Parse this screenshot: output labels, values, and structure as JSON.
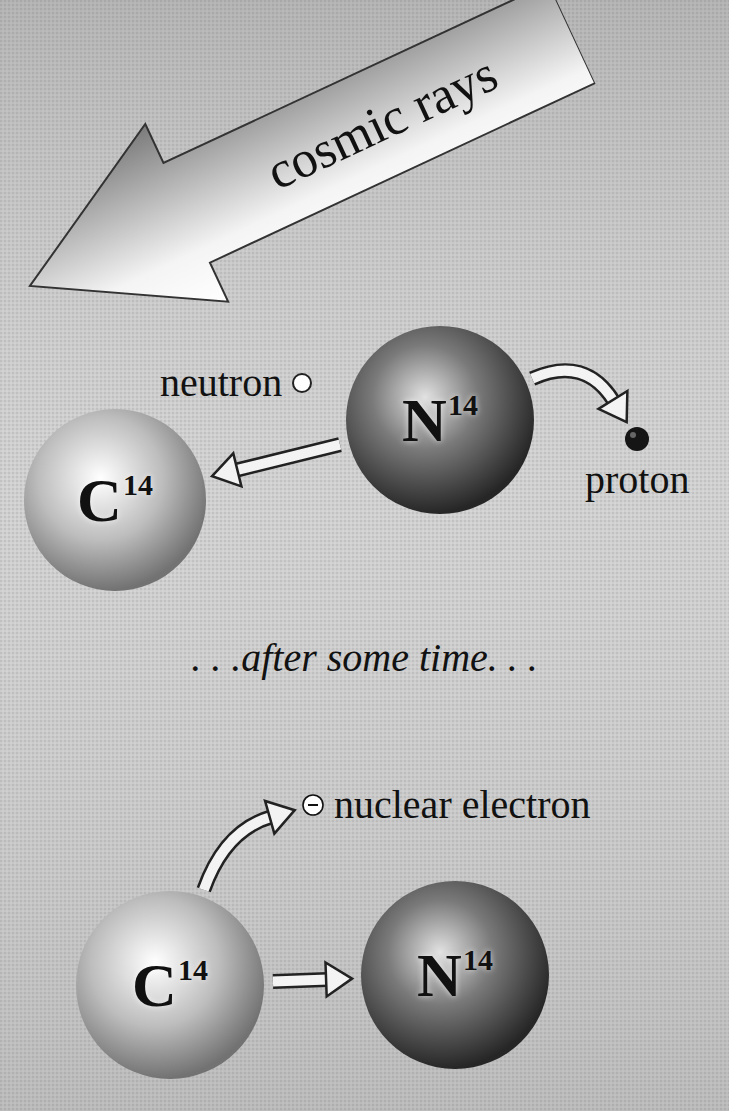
{
  "diagram": {
    "nodes": [
      {
        "text": [
          "cosmic rays"
        ]
      },
      {
        "text": [
          "neutron"
        ]
      },
      {
        "text": [
          "N14"
        ]
      },
      {
        "text": [
          "proton"
        ]
      },
      {
        "text": [
          "C14"
        ]
      },
      {
        "text": [
          "nuclear electron"
        ]
      },
      {
        "text": [
          "C14"
        ]
      },
      {
        "text": [
          "N14"
        ]
      }
    ],
    "edges": [
      {
        "from": 2,
        "to": 3,
        "arrow": "to"
      },
      {
        "from": 2,
        "to": 4,
        "arrow": "to"
      },
      {
        "from": 6,
        "to": 5,
        "arrow": "to"
      },
      {
        "from": 6,
        "to": 7,
        "arrow": "to"
      }
    ],
    "labels": [
      ". . .after some time. . ."
    ]
  }
}
